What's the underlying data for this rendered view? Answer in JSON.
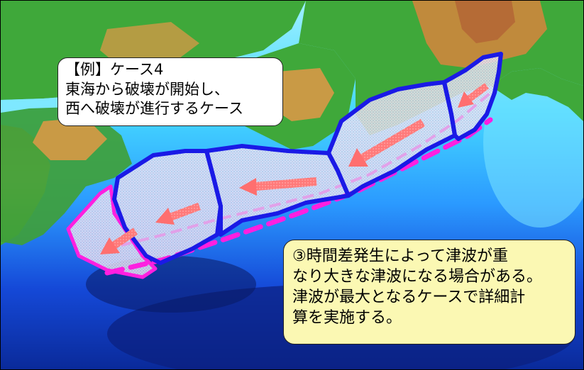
{
  "title": "",
  "example_callout": {
    "lines": [
      "【例】ケース4",
      "東海から破壊が開始し、",
      "西へ破壊が進行するケース"
    ]
  },
  "note_callout": {
    "lines": [
      "③時間差発生によって津波が重",
      "なり大きな津波になる場合がある。",
      "津波が最大となるケースで詳細計",
      "算を実施する。"
    ]
  },
  "colors": {
    "segment_outline": "#1a1ae6",
    "alternate_outline": "#ff1fe0",
    "arrow": "#ff6f6f",
    "note_background": "#fbf8b3",
    "sea_deep": "#0a2a9a",
    "sea_shallow": "#9ff0ff"
  }
}
